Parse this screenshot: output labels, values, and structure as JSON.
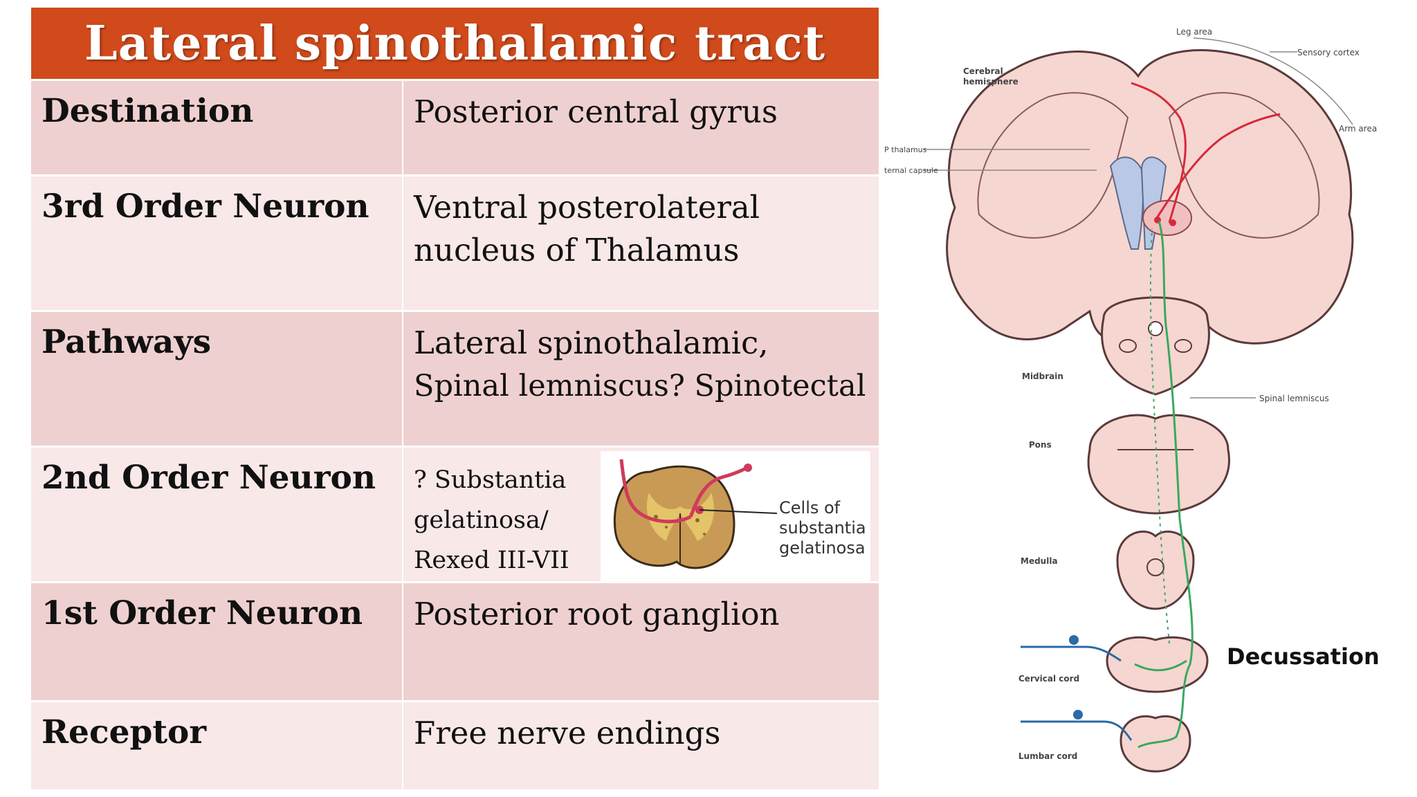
{
  "title": "Lateral spinothalamic tract",
  "rows": [
    {
      "label": "Destination",
      "value": "Posterior central gyrus"
    },
    {
      "label": "3rd Order Neuron",
      "value_lines": [
        "Ventral posterolateral",
        "nucleus of Thalamus"
      ]
    },
    {
      "label": "Pathways",
      "value_lines": [
        "Lateral spinothalamic,",
        "Spinal lemniscus? Spinotectal"
      ]
    },
    {
      "label": "2nd Order Neuron",
      "value_lines": [
        "? Substantia",
        "gelatinosa/",
        "Rexed III-VII"
      ]
    },
    {
      "label": "1st Order Neuron",
      "value": "Posterior root ganglion"
    },
    {
      "label": "Receptor",
      "value": "Free nerve endings"
    }
  ],
  "cord_inset": {
    "callout_lines": [
      "Cells of",
      "substantia",
      "gelatinosa"
    ]
  },
  "brain_diagram": {
    "labels": {
      "leg_area": "Leg area",
      "sensory_cortex": "Sensory cortex",
      "cerebral_hemisphere_lines": [
        "Cerebral",
        "hemisphere"
      ],
      "arm_area": "Arm area",
      "thalamus": "P thalamus",
      "internal_capsule": "ternal capsule",
      "midbrain": "Midbrain",
      "spinal_lemniscus": "Spinal lemniscus",
      "pons": "Pons",
      "medulla": "Medulla",
      "cervical_cord": "Cervical cord",
      "lumbar_cord": "Lumbar cord",
      "decussation": "Decussation"
    },
    "colors": {
      "tissue": "#f6d6d0",
      "outline": "#5a3a3a",
      "ventricle": "#b9c8e6",
      "tract_red": "#d8283a",
      "tract_green": "#3aa860",
      "nerve_blue": "#2a6aa8"
    }
  },
  "colors": {
    "title_bg": "#d04a1c",
    "row_dark": "#efd0d0",
    "row_light": "#f8e8e8"
  }
}
